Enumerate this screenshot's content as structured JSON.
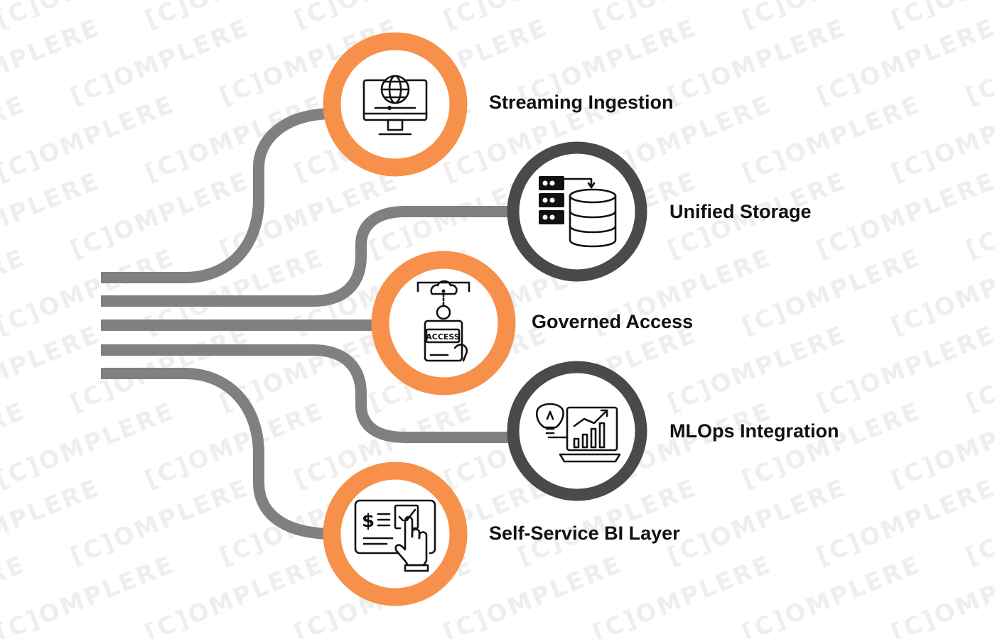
{
  "watermark": {
    "text": "[C]OMPLERE"
  },
  "colors": {
    "orange": "#F7904A",
    "dark_ring": "#4A4A4A",
    "line": "#808080",
    "text": "#111111"
  },
  "nodes": [
    {
      "id": "streaming",
      "label": "Streaming Ingestion",
      "ring": "orange",
      "icon": "monitor-globe-icon"
    },
    {
      "id": "storage",
      "label": "Unified Storage",
      "ring": "dark",
      "icon": "server-database-icon"
    },
    {
      "id": "access",
      "label": "Governed Access",
      "ring": "orange",
      "icon": "access-card-icon"
    },
    {
      "id": "mlops",
      "label": "MLOps Integration",
      "ring": "dark",
      "icon": "lightbulb-laptop-chart-icon"
    },
    {
      "id": "bi",
      "label": "Self-Service BI Layer",
      "ring": "orange",
      "icon": "touch-dashboard-icon"
    }
  ]
}
